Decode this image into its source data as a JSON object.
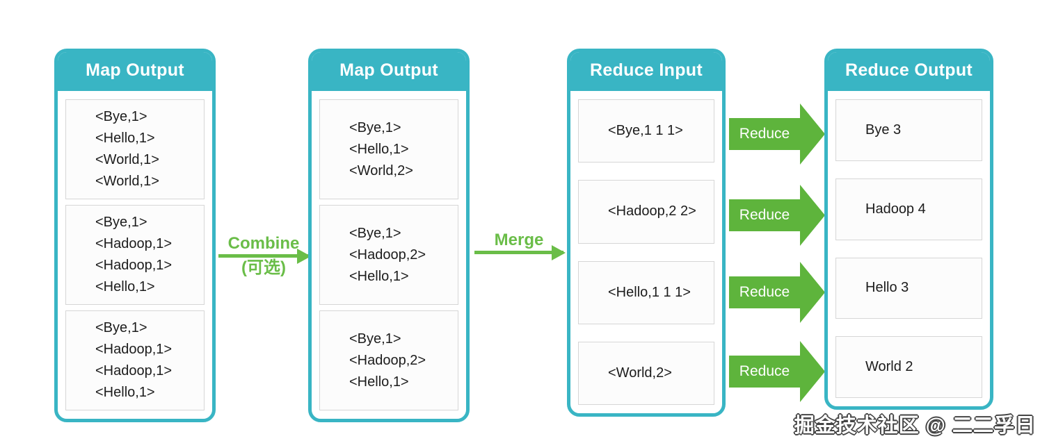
{
  "colors": {
    "teal": "#39b5c4",
    "green_text": "#6abd48",
    "green_arrow": "#5eb43c"
  },
  "panels": [
    {
      "title": "Map Output",
      "boxes": [
        [
          "<Bye,1>",
          "<Hello,1>",
          "<World,1>",
          "<World,1>"
        ],
        [
          "<Bye,1>",
          "<Hadoop,1>",
          "<Hadoop,1>",
          "<Hello,1>"
        ],
        [
          "<Bye,1>",
          "<Hadoop,1>",
          "<Hadoop,1>",
          "<Hello,1>"
        ]
      ]
    },
    {
      "title": "Map Output",
      "boxes": [
        [
          "<Bye,1>",
          "<Hello,1>",
          "<World,2>"
        ],
        [
          "<Bye,1>",
          "<Hadoop,2>",
          "<Hello,1>"
        ],
        [
          "<Bye,1>",
          "<Hadoop,2>",
          "<Hello,1>"
        ]
      ]
    },
    {
      "title": "Reduce Input",
      "boxes": [
        [
          "<Bye,1 1 1>"
        ],
        [
          "<Hadoop,2 2>"
        ],
        [
          "<Hello,1 1 1>"
        ],
        [
          "<World,2>"
        ]
      ]
    },
    {
      "title": "Reduce Output",
      "boxes": [
        [
          "Bye 3"
        ],
        [
          "Hadoop 4"
        ],
        [
          "Hello 3"
        ],
        [
          "World 2"
        ]
      ]
    }
  ],
  "arrows": {
    "combine": {
      "label": "Combine",
      "sublabel": "(可选)"
    },
    "merge": {
      "label": "Merge"
    },
    "reduce_label": "Reduce"
  },
  "watermark": "掘金技术社区 @ 二二孚日"
}
